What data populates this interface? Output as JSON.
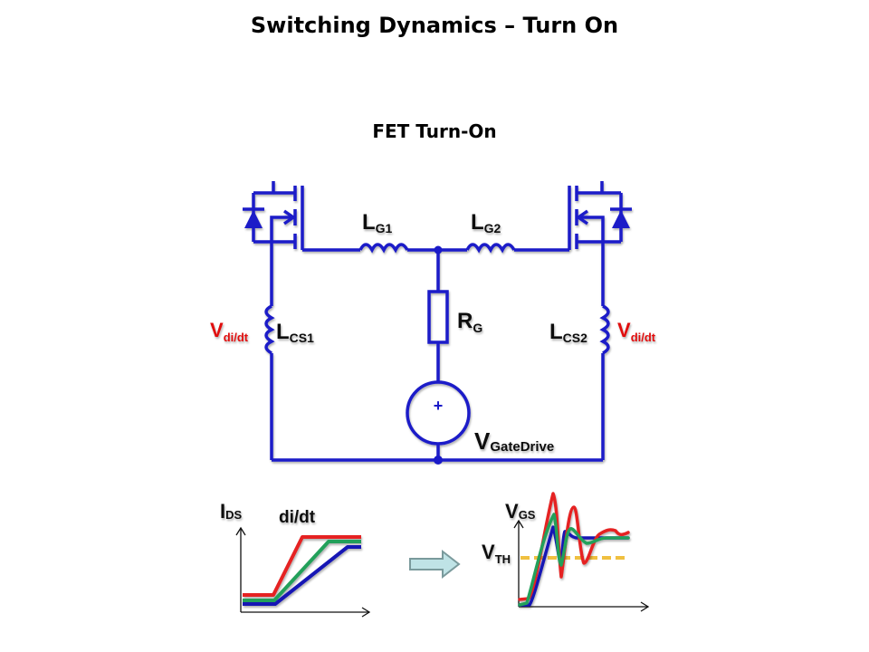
{
  "slide": {
    "title": "Switching Dynamics – Turn On",
    "subtitle": "FET Turn-On"
  },
  "colors": {
    "circuit": "#1a1ac8",
    "vdidt_label": "#e01010",
    "trace_red": "#e52222",
    "trace_green": "#22a05a",
    "trace_blue": "#1212b4",
    "vth_line": "#f0c040",
    "arrow_fill": "#bfe3e6",
    "arrow_stroke": "#7a9a9c"
  },
  "circuit": {
    "components": [
      {
        "id": "Q1",
        "type": "mosfet-with-body-diode",
        "position": "top-left"
      },
      {
        "id": "Q2",
        "type": "mosfet-with-body-diode",
        "position": "top-right"
      },
      {
        "id": "LG1",
        "type": "inductor",
        "label_main": "L",
        "label_sub": "G1"
      },
      {
        "id": "LG2",
        "type": "inductor",
        "label_main": "L",
        "label_sub": "G2"
      },
      {
        "id": "RG",
        "type": "resistor",
        "label_main": "R",
        "label_sub": "G"
      },
      {
        "id": "VGD",
        "type": "voltage-source",
        "polarity": "+",
        "label_main": "V",
        "label_sub": "GateDrive"
      },
      {
        "id": "LCS1",
        "type": "inductor",
        "label_main": "L",
        "label_sub": "CS1"
      },
      {
        "id": "LCS2",
        "type": "inductor",
        "label_main": "L",
        "label_sub": "CS2"
      }
    ],
    "vdidt_left": {
      "main": "V",
      "sub": "di/dt"
    },
    "vdidt_right": {
      "main": "V",
      "sub": "di/dt"
    }
  },
  "plots": {
    "ids": {
      "ylabel_main": "I",
      "ylabel_sub": "DS",
      "annotation": "di/dt",
      "traces": [
        {
          "name": "red",
          "color_key": "trace_red",
          "description": "fastest di/dt, highest plateau"
        },
        {
          "name": "green",
          "color_key": "trace_green",
          "description": "medium di/dt"
        },
        {
          "name": "blue",
          "color_key": "trace_blue",
          "description": "slowest di/dt"
        }
      ]
    },
    "vgs": {
      "ylabel_main": "V",
      "ylabel_sub": "GS",
      "threshold_main": "V",
      "threshold_sub": "TH",
      "traces": [
        {
          "name": "red",
          "color_key": "trace_red",
          "description": "large ringing"
        },
        {
          "name": "green",
          "color_key": "trace_green",
          "description": "moderate ringing"
        },
        {
          "name": "blue",
          "color_key": "trace_blue",
          "description": "small ringing"
        }
      ]
    },
    "arrow": "right-arrow"
  }
}
